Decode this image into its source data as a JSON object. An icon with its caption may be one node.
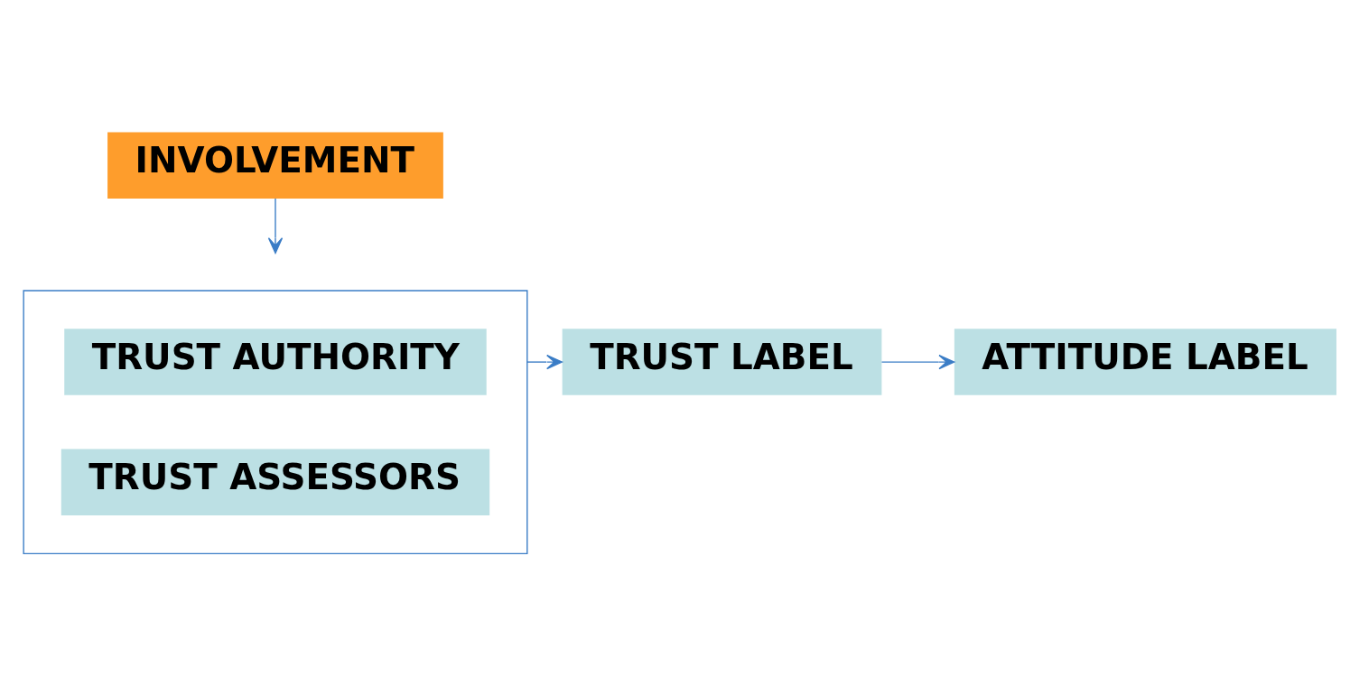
{
  "diagram": {
    "nodes": [
      {
        "text": [],
        "shape": "box"
      },
      {
        "text": [
          "TRUST AUTHORITY"
        ],
        "in": 0
      },
      {
        "text": [
          "TRUST ASSESSORS"
        ],
        "in": 0
      },
      {
        "text": [
          "TRUST LABEL"
        ]
      },
      {
        "text": [
          "ATTITUDE LABEL"
        ]
      },
      {
        "text": [
          "INVOLVEMENT"
        ]
      }
    ],
    "edges": [
      {
        "from": 0,
        "to": 3,
        "arrow": "to"
      },
      {
        "from": 3,
        "to": 4,
        "arrow": "to"
      },
      {
        "from": 5,
        "to": null,
        "arrow": "to"
      }
    ]
  }
}
